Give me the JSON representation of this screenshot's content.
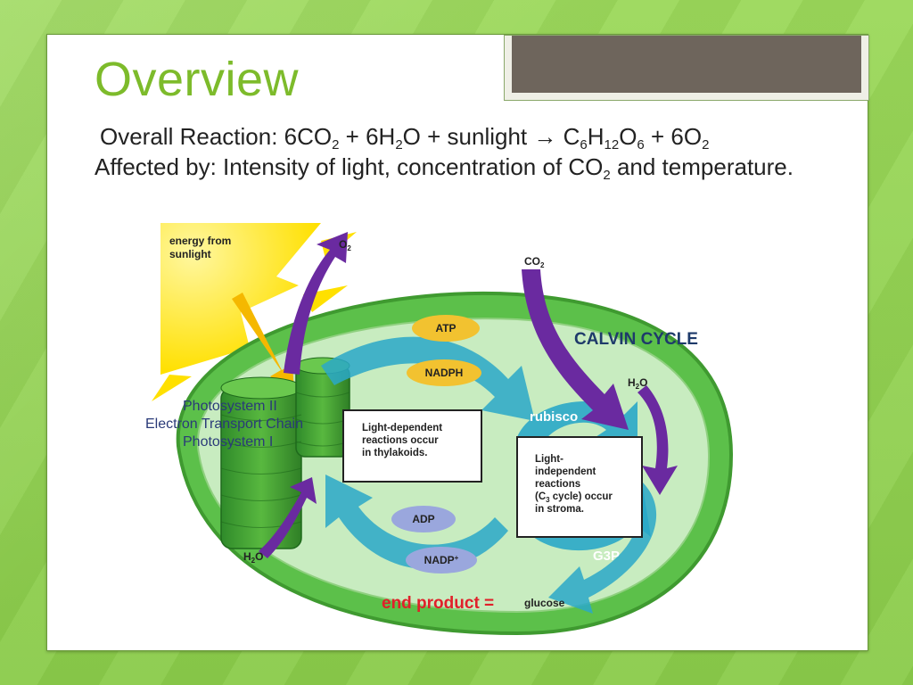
{
  "slide": {
    "title": "Overview",
    "reaction": {
      "label": "Overall Reaction: 6CO",
      "sub1": "2",
      "p2": " + 6H",
      "sub2": "2",
      "p3": "O + sunlight → C",
      "sub3": "6",
      "p4": "H",
      "sub4": "12",
      "p5": "O",
      "sub5": "6",
      "p6": " + 6O",
      "sub6": "2"
    },
    "affected": {
      "p1": "Affected by: Intensity of light, concentration of CO",
      "sub1": "2",
      "p2": " and temperature."
    }
  },
  "diagram": {
    "energy_line1": "energy from",
    "energy_line2": "sunlight",
    "o2": "O",
    "o2_sub": "2",
    "co2": "CO",
    "co2_sub": "2",
    "atp": "ATP",
    "nadph": "NADPH",
    "adp": "ADP",
    "nadp": "NADP",
    "nadp_sup": "+",
    "calvin": "CALVIN CYCLE",
    "h2o_right": "H",
    "h2o_right_sub": "2",
    "h2o_right_o": "O",
    "h2o_left": "H",
    "h2o_left_sub": "2",
    "h2o_left_o": "O",
    "rubisco": "rubisco",
    "g3p": "G3P",
    "ps2": "Photosystem II",
    "etc": "Electron Transport Chain",
    "ps1": "Photosystem I",
    "ld_line1": "Light-dependent",
    "ld_line2": "reactions occur",
    "ld_line3": "in thylakoids.",
    "li_line1": "Light-",
    "li_line2": "independent",
    "li_line3": "reactions",
    "li_line4a": "(C",
    "li_line4sub": "3",
    "li_line4b": " cycle) occur",
    "li_line5": "in stroma.",
    "end_product": "end product =",
    "glucose": "glucose"
  },
  "colors": {
    "title": "#7dbb2b",
    "arrow_purple": "#6a2aa0",
    "arrow_teal": "#2aa8c8",
    "chloroplast": "#5cc04a",
    "end_product": "#e0202a"
  }
}
